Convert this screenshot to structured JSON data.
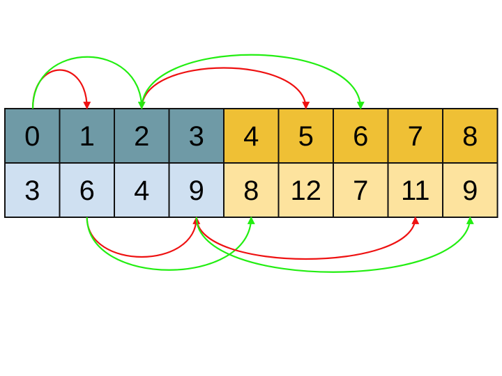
{
  "colors": {
    "index_left": "#6f9aa6",
    "index_right": "#efc035",
    "value_left": "#cfe0f1",
    "value_right": "#fde39e",
    "border": "#111111",
    "arrow_red": "#ee1111",
    "arrow_green": "#22ee11"
  },
  "array": {
    "indices": [
      "0",
      "1",
      "2",
      "3",
      "4",
      "5",
      "6",
      "7",
      "8"
    ],
    "values": [
      "3",
      "6",
      "4",
      "9",
      "8",
      "12",
      "7",
      "11",
      "9"
    ],
    "split_after_index": 3
  },
  "arrows_top": [
    {
      "from": 0,
      "to": 1,
      "color": "red"
    },
    {
      "from": 0,
      "to": 2,
      "color": "green"
    },
    {
      "from": 2,
      "to": 5,
      "color": "red"
    },
    {
      "from": 2,
      "to": 6,
      "color": "green"
    }
  ],
  "arrows_bottom": [
    {
      "from": 1,
      "to": 3,
      "color": "red"
    },
    {
      "from": 1,
      "to": 4,
      "color": "green"
    },
    {
      "from": 3,
      "to": 7,
      "color": "red"
    },
    {
      "from": 3,
      "to": 8,
      "color": "green"
    }
  ]
}
